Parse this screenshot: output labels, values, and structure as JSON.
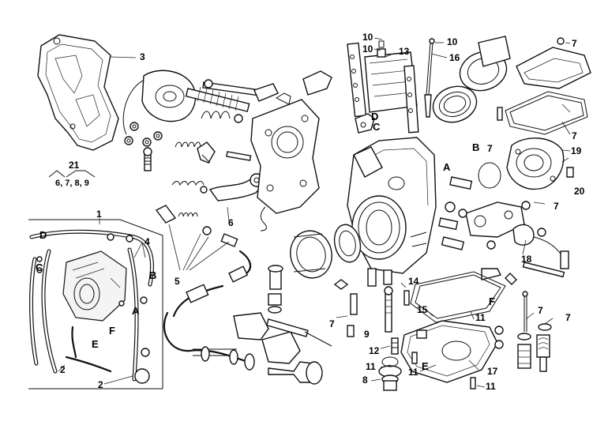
{
  "callouts": {
    "c1": "1",
    "c2a": "2",
    "c2b": "2",
    "c3": "3",
    "c4": "4",
    "c5": "5",
    "c6": "6",
    "c7a": "7",
    "c7b": "7",
    "c7c": "7",
    "c7d": "7",
    "c7e": "7",
    "c7f": "7",
    "c7g": "7",
    "c8": "8",
    "c9": "9",
    "c10a": "10",
    "c10b": "10",
    "c10c": "10",
    "c11a": "11",
    "c11b": "11",
    "c11c": "11",
    "c11d": "11",
    "c12": "12",
    "c13": "13",
    "c14": "14",
    "c15": "15",
    "c16": "16",
    "c17": "17",
    "c18": "18",
    "c19": "19",
    "c20": "20",
    "c21": "21",
    "kit21": "6, 7, 8, 9",
    "lA1": "A",
    "lA2": "A",
    "lB1": "B",
    "lB2": "B",
    "lC1": "C",
    "lC2": "C",
    "lD1": "D",
    "lD2": "D",
    "lE1": "E",
    "lE2": "E",
    "lF1": "F",
    "lF2": "F"
  }
}
